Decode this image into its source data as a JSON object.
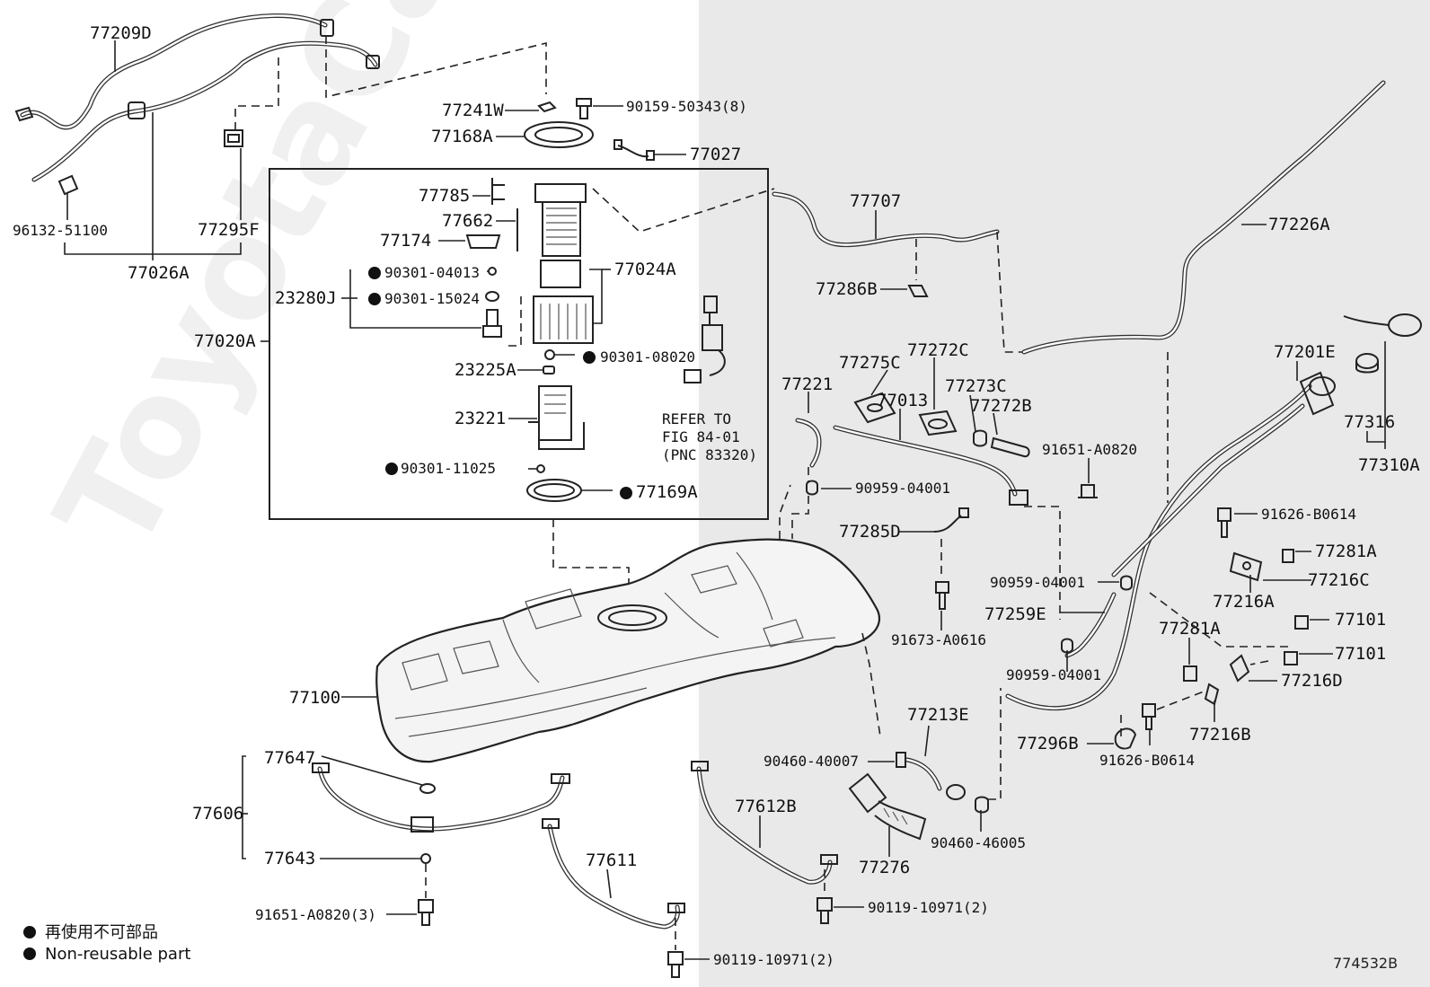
{
  "watermark": "ToyotaCarMine.ru",
  "figure_number": "774532B",
  "legend": {
    "jp": "再使用不可部品",
    "en": "Non-reusable part"
  },
  "refer_note": [
    "REFER TO",
    "FIG 84-01",
    "(PNC 83320)"
  ],
  "labels": {
    "p77209D": "77209D",
    "p96132_51100": "96132-51100",
    "p77295F": "77295F",
    "p77026A": "77026A",
    "p77241W": "77241W",
    "p90159_50343": "90159-50343(8)",
    "p77168A": "77168A",
    "p77027": "77027",
    "p77785": "77785",
    "p77662": "77662",
    "p77174": "77174",
    "p90301_04013": "90301-04013",
    "p23280J": "23280J",
    "p90301_15024": "90301-15024",
    "p77024A": "77024A",
    "p77020A": "77020A",
    "p90301_08020": "90301-08020",
    "p23225A": "23225A",
    "p23221": "23221",
    "p90301_11025": "90301-11025",
    "p77169A": "77169A",
    "p77707": "77707",
    "p77226A": "77226A",
    "p77286B": "77286B",
    "p77275C": "77275C",
    "p77272C": "77272C",
    "p77221": "77221",
    "p77013": "77013",
    "p77273C": "77273C",
    "p77272B": "77272B",
    "p91651_A0820": "91651-A0820",
    "p90959_04001a": "90959-04001",
    "p77285D": "77285D",
    "p91673_A0616": "91673-A0616",
    "p90959_04001b": "90959-04001",
    "p77259E": "77259E",
    "p90959_04001c": "90959-04001",
    "p77201E": "77201E",
    "p77316": "77316",
    "p77310A": "77310A",
    "p91626_B0614a": "91626-B0614",
    "p77281Aa": "77281A",
    "p77216C": "77216C",
    "p77216A": "77216A",
    "p77101a": "77101",
    "p77281Ab": "77281A",
    "p77101b": "77101",
    "p77216D": "77216D",
    "p77296B": "77296B",
    "p91626_B0614b": "91626-B0614",
    "p77216B": "77216B",
    "p77100": "77100",
    "p77213E": "77213E",
    "p90460_40007": "90460-40007",
    "p90460_46005": "90460-46005",
    "p77276": "77276",
    "p77647": "77647",
    "p77606": "77606",
    "p77643": "77643",
    "p91651_A0820_3": "91651-A0820(3)",
    "p77611": "77611",
    "p77612B": "77612B",
    "p90119_10971a": "90119-10971(2)",
    "p90119_10971b": "90119-10971(2)"
  }
}
